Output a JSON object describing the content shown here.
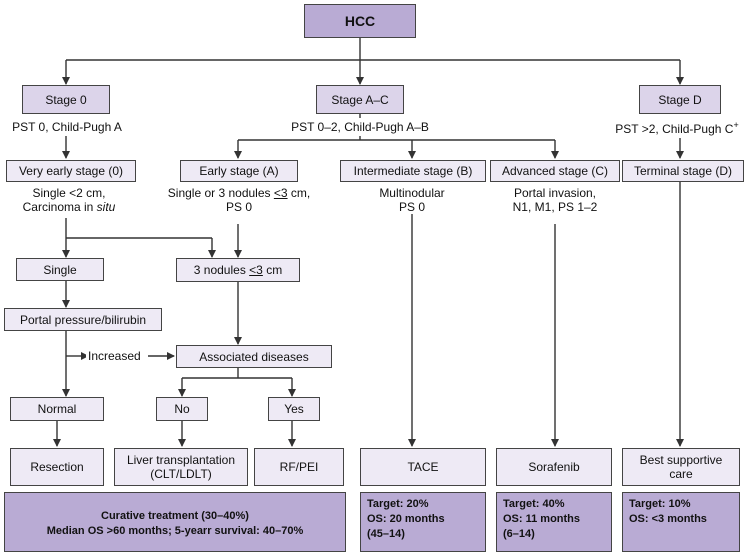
{
  "root": "HCC",
  "stages": {
    "stage0": "Stage 0",
    "stageAC": "Stage A–C",
    "stageD": "Stage D"
  },
  "criteria": {
    "stage0": "PST 0, Child-Pugh A",
    "stageAC": "PST 0–2, Child-Pugh A–B",
    "stageD": "PST >2, Child-Pugh C"
  },
  "substages": {
    "very_early": "Very early stage (0)",
    "early": "Early stage (A)",
    "intermediate": "Intermediate stage (B)",
    "advanced": "Advanced stage (C)",
    "terminal": "Terminal stage (D)"
  },
  "notes": {
    "very_early_line1": "Single <2 cm,",
    "very_early_line2a": "Carcinoma in ",
    "very_early_line2b": "situ",
    "early_line1a": "Single or 3 nodules ",
    "early_line1b": "<3",
    "early_line1c": " cm,",
    "early_line2": "PS 0",
    "intermediate_line1": "Multinodular",
    "intermediate_line2": "PS 0",
    "advanced_line1": "Portal invasion,",
    "advanced_line2": "N1, M1, PS 1–2"
  },
  "nodes": {
    "single": "Single",
    "three_nodules_a": "3 nodules ",
    "three_nodules_b": "<3",
    "three_nodules_c": " cm",
    "portal": "Portal pressure/bilirubin",
    "increased": "Increased",
    "associated": "Associated diseases",
    "normal": "Normal",
    "no": "No",
    "yes": "Yes"
  },
  "treatments": {
    "resection": "Resection",
    "liver_line1": "Liver transplantation",
    "liver_line2": "(CLT/LDLT)",
    "rfpei": "RF/PEI",
    "tace": "TACE",
    "sorafenib": "Sorafenib",
    "bsc_line1": "Best supportive",
    "bsc_line2": "care"
  },
  "outcomes": {
    "curative_line1": "Curative treatment (30–40%)",
    "curative_line2": "Median OS >60 months; 5-yearr survival: 40–70%",
    "tace_line1": "Target: 20%",
    "tace_line2": "OS: 20 months",
    "tace_line3": "(45–14)",
    "sorafenib_line1": "Target: 40%",
    "sorafenib_line2": "OS: 11 months",
    "sorafenib_line3": "(6–14)",
    "bsc_line1": "Target: 10%",
    "bsc_line2": "OS: <3 months"
  },
  "colors": {
    "light": "#eeeaf5",
    "mid": "#dcd4ea",
    "dark": "#b9abd4",
    "line": "#333333"
  }
}
